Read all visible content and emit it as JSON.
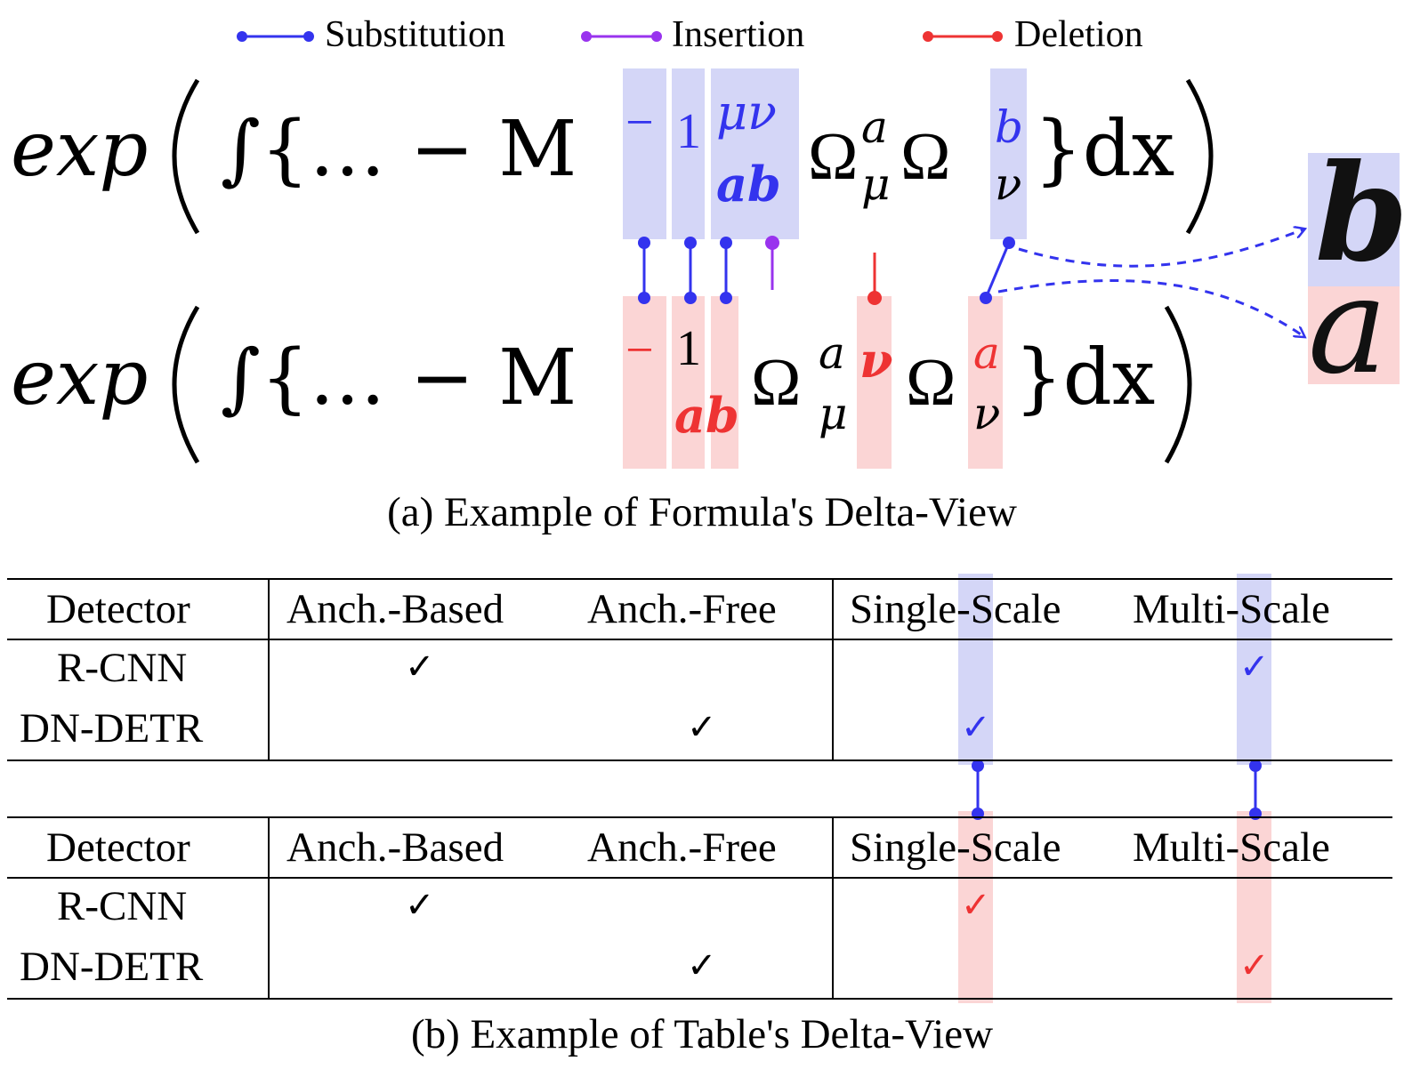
{
  "legend": [
    {
      "label": "Substitution",
      "color": "#3333ee"
    },
    {
      "label": "Insertion",
      "color": "#9933ee"
    },
    {
      "label": "Deletion",
      "color": "#ee3333"
    }
  ],
  "formula": {
    "line_prefix": "exp",
    "operator": "∫{… − M",
    "top": {
      "sup_minus": "−",
      "sup_one": "1",
      "sup_munu": "μν",
      "sub_ab": "ab",
      "omega1_sup": "a",
      "omega1_sub": "μ",
      "omega2_sup": "b",
      "omega2_sub": "ν",
      "tail": "}dx"
    },
    "bottom": {
      "sup_minus": "−",
      "sup_one": "1",
      "sub_ab": "ab",
      "omega1_sup": "a",
      "omega1_sub": "μ",
      "extra": "ν",
      "omega2_sup": "a",
      "omega2_sub": "ν",
      "tail": "}dx"
    },
    "zoom_top": "b",
    "zoom_bottom": "a"
  },
  "captions": {
    "a": "(a) Example of Formula's Delta-View",
    "b": "(b) Example of Table's Delta-View"
  },
  "table": {
    "headers": [
      "Detector",
      "Anch.-Based",
      "Anch.-Free",
      "Single-Scale",
      "Multi-Scale"
    ],
    "checkmark": "✓",
    "top_rows": [
      {
        "detector": "R-CNN",
        "anch_based": true,
        "anch_free": false,
        "single_scale": false,
        "multi_scale": true
      },
      {
        "detector": "DN-DETR",
        "anch_based": false,
        "anch_free": true,
        "single_scale": true,
        "multi_scale": false
      }
    ],
    "bottom_rows": [
      {
        "detector": "R-CNN",
        "anch_based": true,
        "anch_free": false,
        "single_scale": true,
        "multi_scale": false
      },
      {
        "detector": "DN-DETR",
        "anch_based": false,
        "anch_free": true,
        "single_scale": false,
        "multi_scale": true
      }
    ]
  },
  "colors": {
    "substitution": "#3333ee",
    "insertion": "#9933ee",
    "deletion": "#ee3333",
    "highlight_blue": "#d4d6f7",
    "highlight_red": "#fbd5d5"
  }
}
